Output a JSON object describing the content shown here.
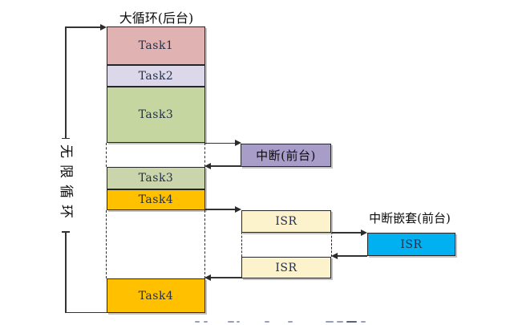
{
  "figure": {
    "big_loop_title": "大循环(后台)",
    "infinite_loop_label": "无限循环",
    "tasks": [
      {
        "label": "Task1",
        "color": "#e0b2b2"
      },
      {
        "label": "Task2",
        "color": "#dcd8ea"
      },
      {
        "label": "Task3",
        "color": "#c5d6a0"
      },
      {
        "label": "Task3",
        "color": "#cbd5ac"
      },
      {
        "label": "Task4",
        "color": "#ffc000"
      },
      {
        "label": "Task4",
        "color": "#ffc000"
      }
    ],
    "foreground_interrupt": {
      "label": "中断(前台)",
      "color": "#a89cc9"
    },
    "isr_first": {
      "label": "ISR",
      "color": "#fcf2cc"
    },
    "isr_second": {
      "label": "ISR",
      "color": "#fcf2cc"
    },
    "nested_interrupt": {
      "title": "中断嵌套(前台)",
      "label": "ISR",
      "color": "#00b0f0"
    },
    "line_color": "#333333"
  }
}
